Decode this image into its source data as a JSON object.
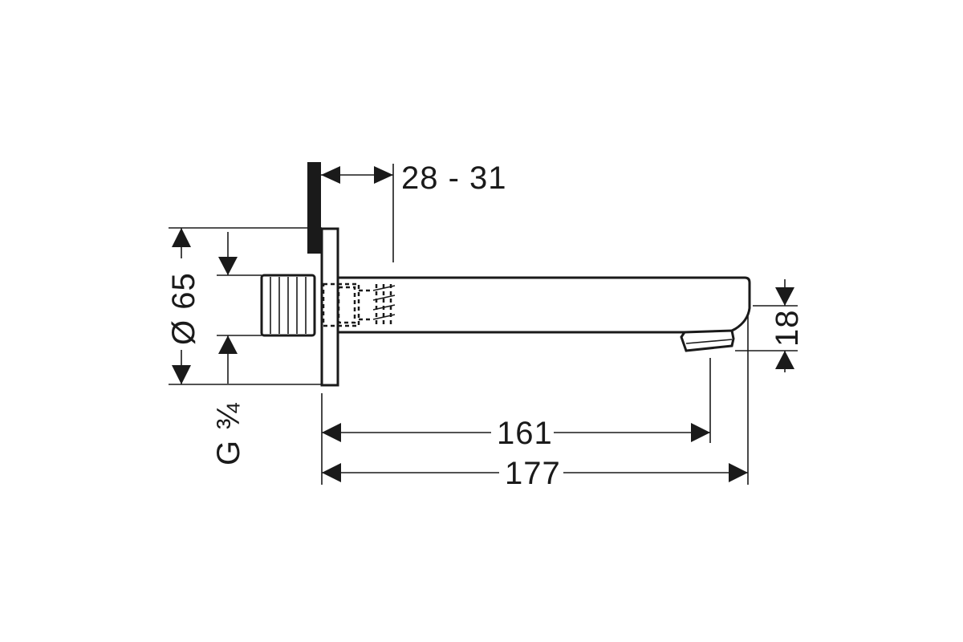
{
  "dimensions": {
    "wall_thickness": "28 - 31",
    "rosette_diameter": "Ø 65",
    "connection_thread": "G ¾",
    "outlet_height": "18",
    "projection_to_outlet": "161",
    "total_projection": "177"
  }
}
